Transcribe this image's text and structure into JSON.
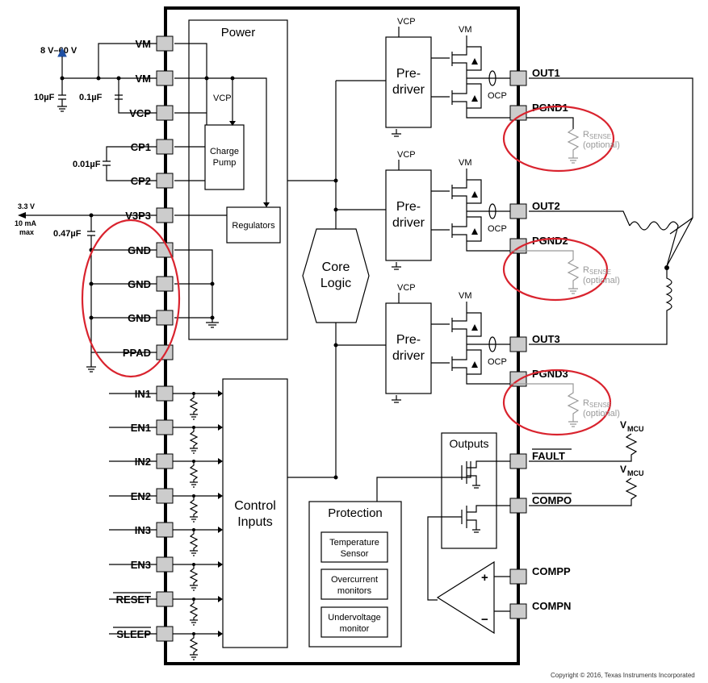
{
  "supply": {
    "vm_range": "8 V–60 V",
    "cap_bulk": "10µF",
    "cap_bypass": "0.1µF",
    "cap_cp": "0.01µF",
    "cap_v3p3": "0.47µF",
    "v3p3_out": "3.3 V",
    "v3p3_max_line1": "10 mA",
    "v3p3_max_line2": "max"
  },
  "left_pins": [
    "VM",
    "VM",
    "VCP",
    "CP1",
    "CP2",
    "V3P3",
    "GND",
    "GND",
    "GND",
    "PPAD",
    "IN1",
    "EN1",
    "IN2",
    "EN2",
    "IN3",
    "EN3",
    "RESET",
    "SLEEP"
  ],
  "right_pins": [
    "OUT1",
    "PGND1",
    "OUT2",
    "PGND2",
    "OUT3",
    "PGND3",
    "FAULT",
    "COMPO",
    "COMPP",
    "COMPN"
  ],
  "blocks": {
    "power": "Power",
    "charge_pump_1": "Charge",
    "charge_pump_2": "Pump",
    "regulators": "Regulators",
    "core_1": "Core",
    "core_2": "Logic",
    "control_1": "Control",
    "control_2": "Inputs",
    "protection": "Protection",
    "temp_1": "Temperature",
    "temp_2": "Sensor",
    "oc_1": "Overcurrent",
    "oc_2": "monitors",
    "uv_1": "Undervoltage",
    "uv_2": "monitor",
    "outputs": "Outputs",
    "predriver_1": "Pre-",
    "predriver_2": "driver"
  },
  "labels": {
    "vcp": "VCP",
    "vm": "VM",
    "ocp": "OCP",
    "rsense_main": "R",
    "rsense_sub": "SENSE",
    "optional": "(optional)",
    "vmcu_main": "V",
    "vmcu_sub": "MCU",
    "plus": "+",
    "minus": "−"
  },
  "footer": {
    "copyright": "Copyright © 2016, Texas Instruments Incorporated"
  }
}
